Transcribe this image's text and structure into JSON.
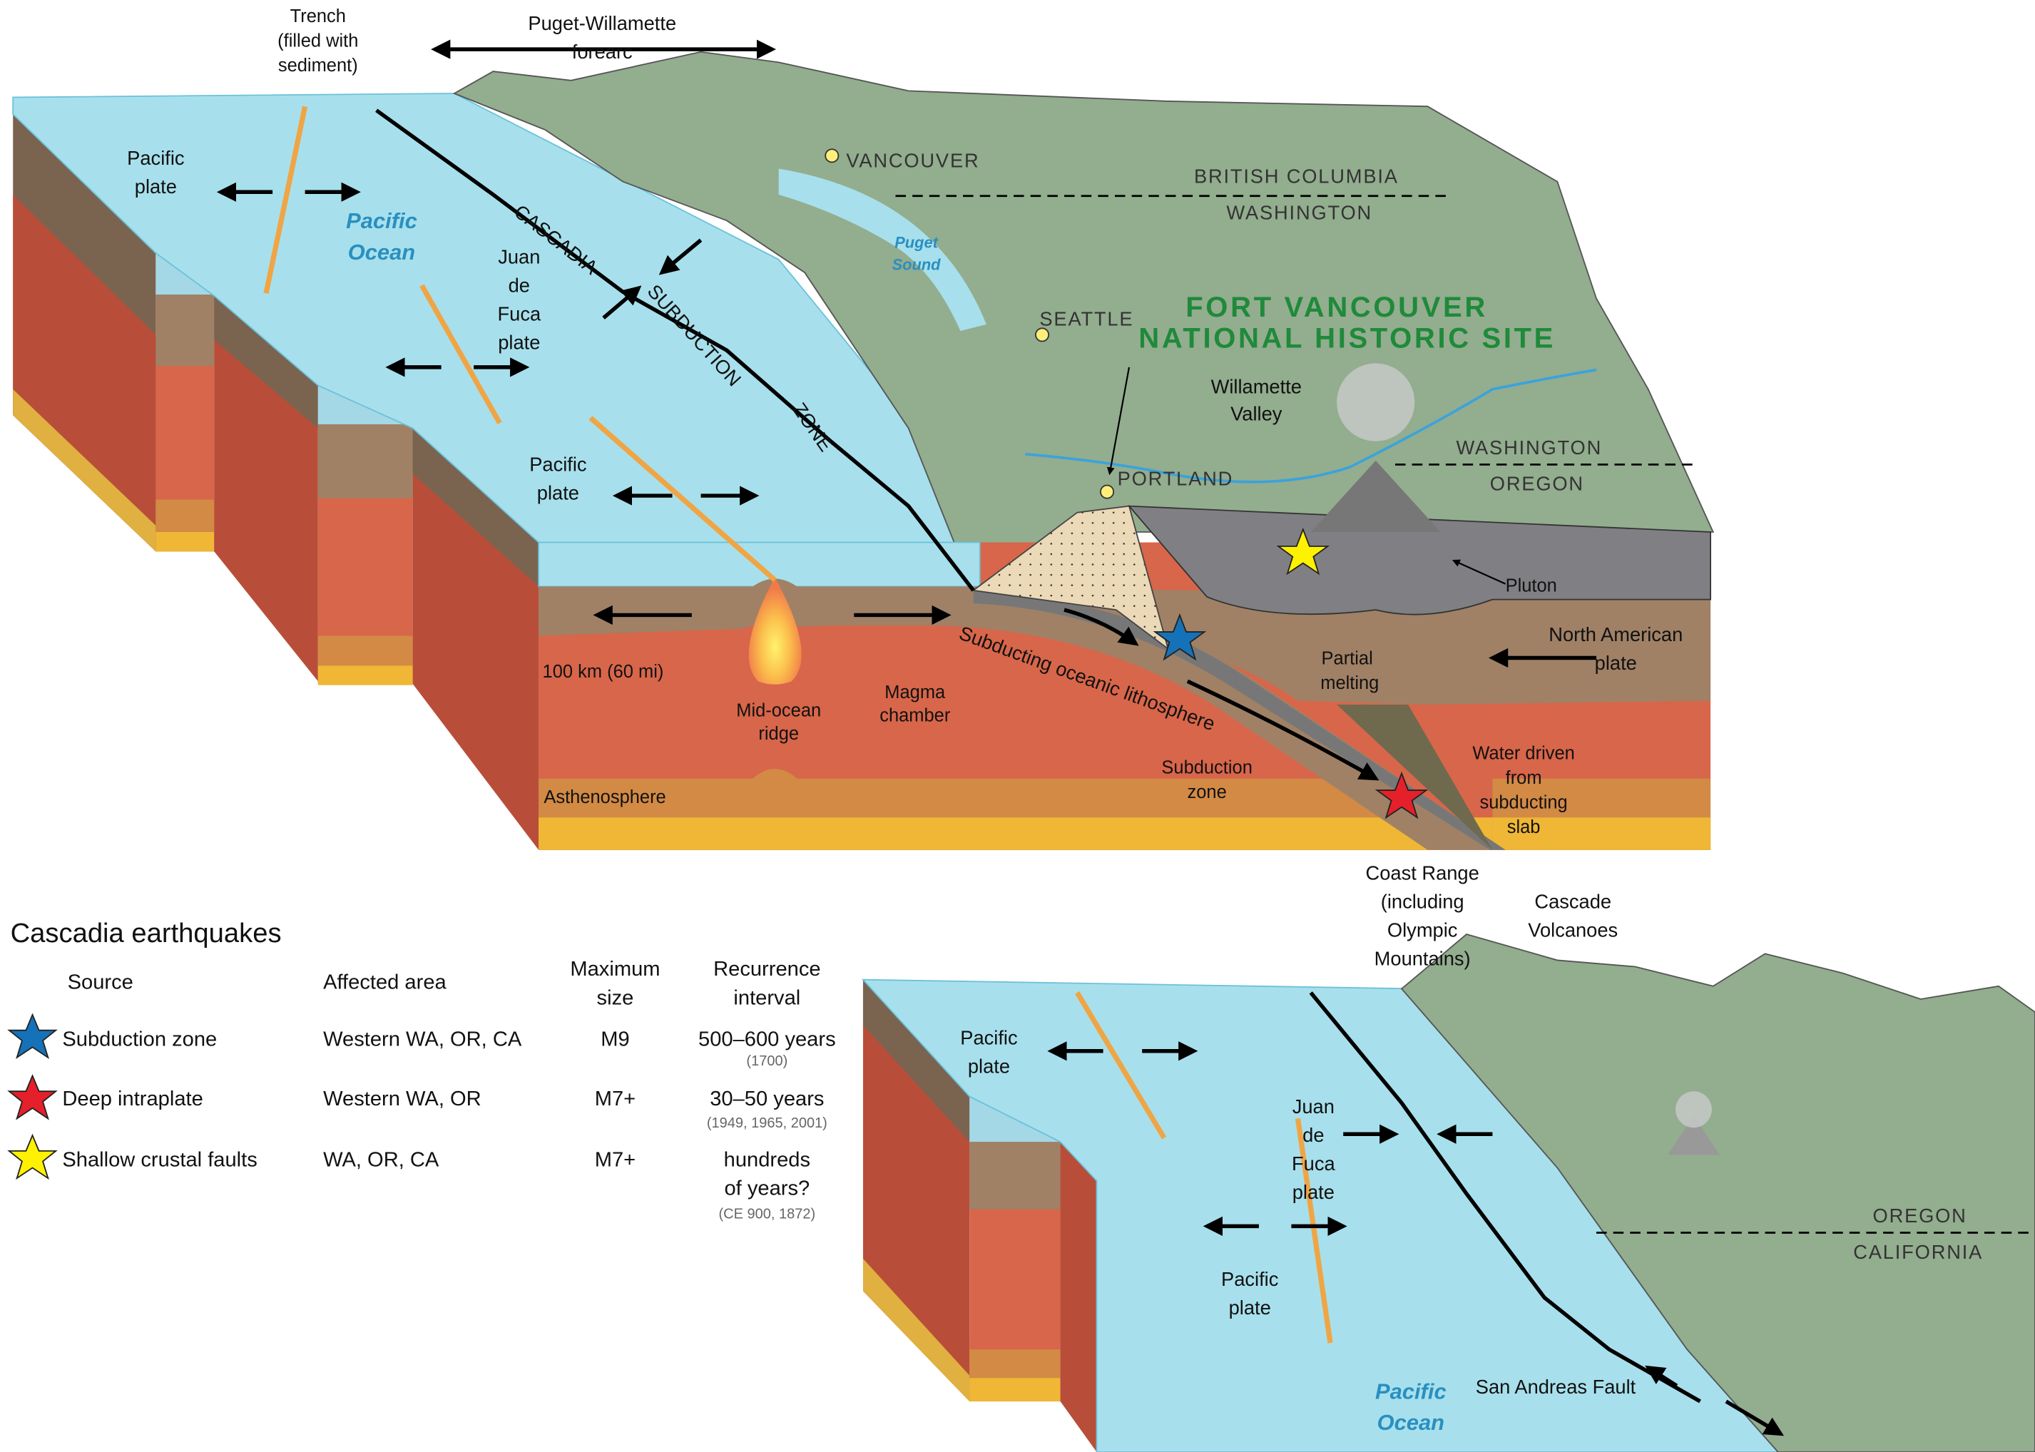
{
  "top_block": {
    "labels": {
      "trench": [
        "Trench",
        "(filled with",
        "sediment)"
      ],
      "forearc": [
        "Puget-Willamette",
        "forearc"
      ],
      "pacific_plate_1": [
        "Pacific",
        "plate"
      ],
      "pacific_plate_2": [
        "Pacific",
        "plate"
      ],
      "pacific_ocean": [
        "Pacific",
        "Ocean"
      ],
      "juan_de_fuca": [
        "Juan",
        "de",
        "Fuca",
        "plate"
      ],
      "csz": [
        "CASCADIA",
        "SUBDUCTION",
        "ZONE"
      ],
      "vancouver": "VANCOUVER",
      "seattle": "SEATTLE",
      "portland": "PORTLAND",
      "puget_sound": [
        "Puget",
        "Sound"
      ],
      "bc": "BRITISH COLUMBIA",
      "wa1": "WASHINGTON",
      "wa2": "WASHINGTON",
      "or1": "OREGON",
      "site": [
        "FORT VANCOUVER",
        "NATIONAL HISTORIC SITE"
      ],
      "willamette": [
        "Willamette",
        "Valley"
      ],
      "pluton": "Pluton",
      "north_american": [
        "North American",
        "plate"
      ],
      "partial_melting": [
        "Partial",
        "melting"
      ],
      "subducting": "Subducting oceanic lithosphere",
      "depth": "100 km (60 mi)",
      "mid_ocean_ridge": [
        "Mid-ocean",
        "ridge"
      ],
      "magma_chamber": [
        "Magma",
        "chamber"
      ],
      "asthenosphere": "Asthenosphere",
      "subduction_zone": [
        "Subduction",
        "zone"
      ],
      "water": [
        "Water driven",
        "from",
        "subducting",
        "slab"
      ]
    }
  },
  "bottom_block": {
    "labels": {
      "coast_range": [
        "Coast Range",
        "(including",
        "Olympic",
        "Mountains)"
      ],
      "cascade": [
        "Cascade",
        "Volcanoes"
      ],
      "pacific_plate_1": [
        "Pacific",
        "plate"
      ],
      "pacific_plate_2": [
        "Pacific",
        "plate"
      ],
      "juan_de_fuca": [
        "Juan",
        "de",
        "Fuca",
        "plate"
      ],
      "oregon": "OREGON",
      "california": "CALIFORNIA",
      "pacific_ocean": [
        "Pacific",
        "Ocean"
      ],
      "san_andreas": "San Andreas Fault"
    }
  },
  "legend": {
    "title": "Cascadia earthquakes",
    "headers": {
      "source": "Source",
      "area": "Affected area",
      "size": [
        "Maximum",
        "size"
      ],
      "interval": [
        "Recurrence",
        "interval"
      ]
    },
    "rows": [
      {
        "source": "Subduction zone",
        "area": "Western WA, OR, CA",
        "size": "M9",
        "interval": [
          "500–600 years"
        ],
        "dates": "(1700)",
        "color": "#1672b8"
      },
      {
        "source": "Deep intraplate",
        "area": "Western WA, OR",
        "size": "M7+",
        "interval": [
          "30–50 years"
        ],
        "dates": "(1949, 1965, 2001)",
        "color": "#e5202a"
      },
      {
        "source": "Shallow crustal faults",
        "area": "WA, OR, CA",
        "size": "M7+",
        "interval": [
          "hundreds",
          "of years?"
        ],
        "dates": "(CE 900, 1872)",
        "color": "#fff200"
      }
    ]
  }
}
